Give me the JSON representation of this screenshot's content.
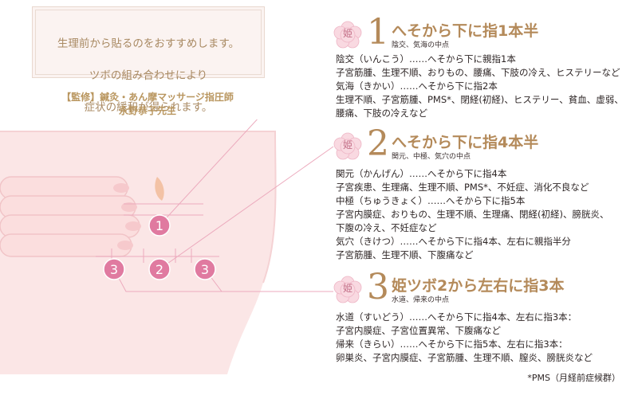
{
  "intro": {
    "lines": [
      "生理前から貼るのをおすすめします。",
      "ツボの組み合わせにより",
      "症状の緩和が得られます。"
    ]
  },
  "supervisor": {
    "line1": "【監修】鍼灸・あん摩マッサージ指圧師",
    "line2": "永野恭子先生"
  },
  "flower_label": "姫",
  "markers": [
    "1",
    "2",
    "3",
    "3"
  ],
  "sections": [
    {
      "number": "1",
      "title": "へそから下に指1本半",
      "subtitle": "陰交、気海の中点",
      "lines": [
        "陰交（いんこう）……へそから下に親指1本",
        "子宮筋腫、生理不順、おりもの、腰痛、下肢の冷え、ヒステリーなど",
        "気海（きかい）……へそから下に指2本",
        "生理不順、子宮筋腫、PMS*、閉経(初経)、ヒステリー、貧血、虚弱、",
        "腰痛、下肢の冷えなど"
      ]
    },
    {
      "number": "2",
      "title": "へそから下に指4本半",
      "subtitle": "関元、中極、気穴の中点",
      "lines": [
        "関元（かんげん）……へそから下に指4本",
        "子宮疾患、生理痛、生理不順、PMS*、不妊症、消化不良など",
        "中極（ちゅうきょく）……へそから下に指5本",
        "子宮内膜症、おりもの、生理不順、生理痛、閉経(初経)、膀胱炎、",
        "下腹の冷え、不妊症など",
        "気穴（きけつ）……へそから下に指4本、左右に親指半分",
        "子宮筋腫、生理不順、下腹痛など"
      ]
    },
    {
      "number": "3",
      "title": "姫ツボ2から左右に指3本",
      "subtitle": "水道、帰来の中点",
      "lines": [
        "水道（すいどう）……へそから下に指4本、左右に指3本：",
        "子宮内膜症、子宮位置異常、下腹痛など",
        "帰来（きらい）……へそから下に指5本、左右に指3本：",
        "卵巣炎、子宮内膜症、子宮筋腫、生理不順、膣炎、膀胱炎など"
      ]
    }
  ],
  "footnote": "*PMS（月経前症候群）",
  "colors": {
    "marker_pink": "#e07aa0",
    "accent_gold": "#b48a5a",
    "line_pink": "#f0a5be",
    "skin": "#fbe6e6"
  }
}
